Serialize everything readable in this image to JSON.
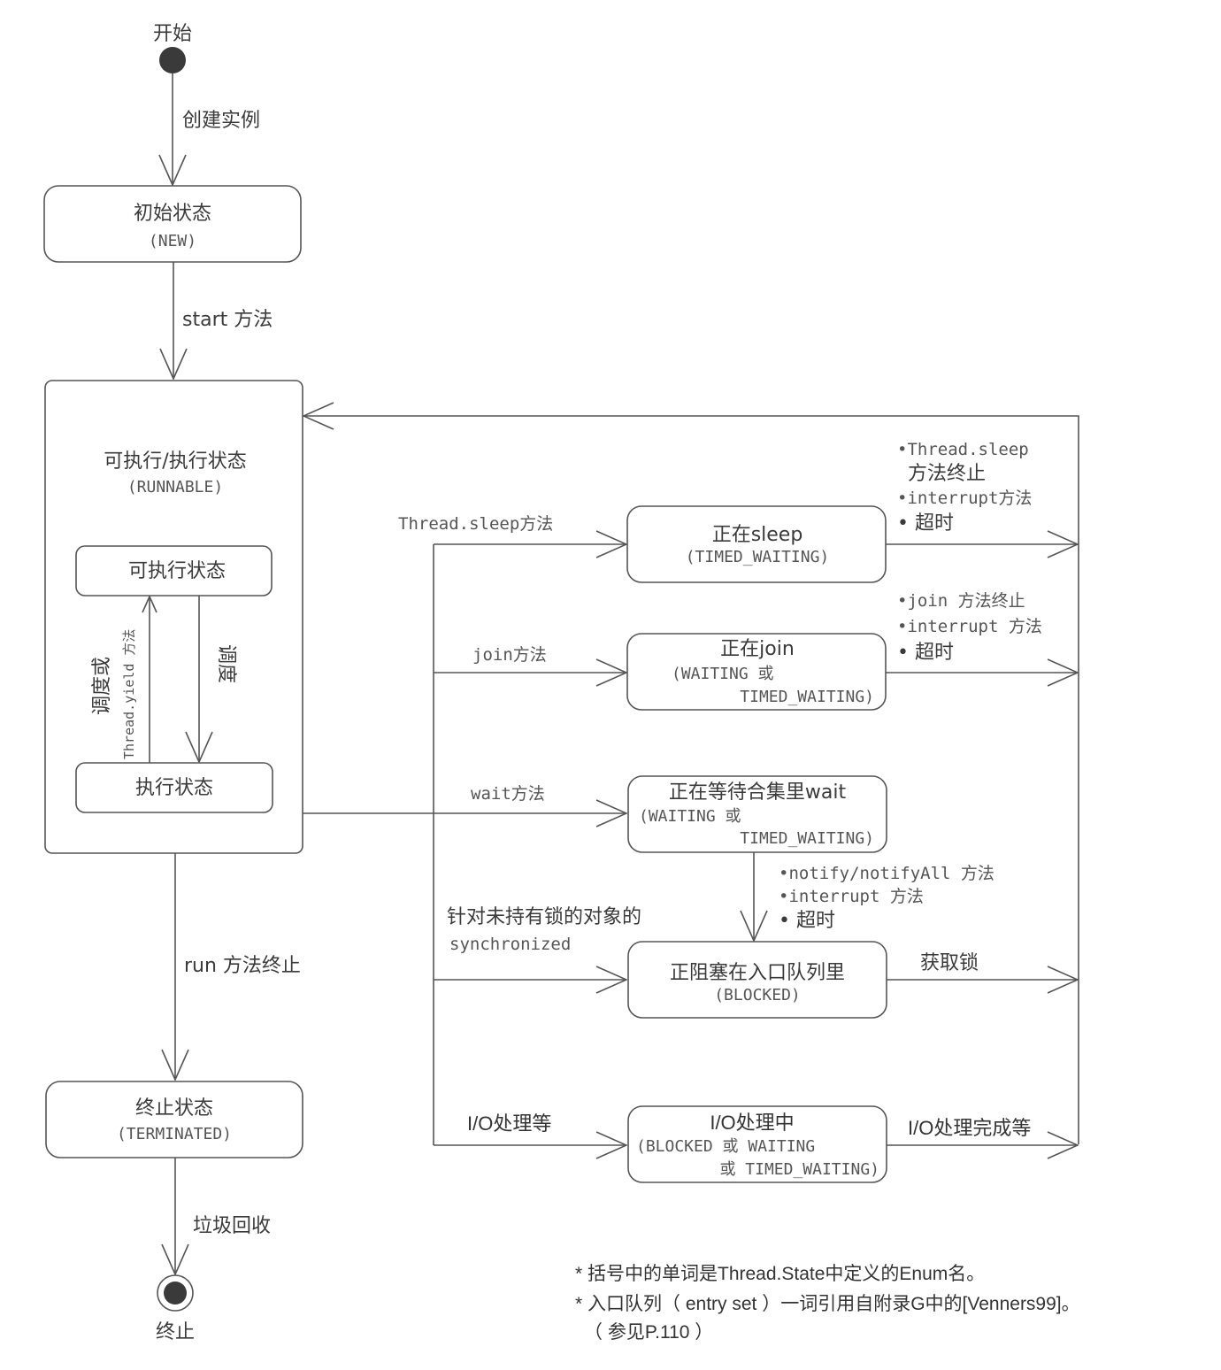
{
  "diagram": {
    "type": "uml-state-diagram",
    "subject": "Java Thread lifecycle",
    "start": {
      "label": "开始"
    },
    "end": {
      "label": "终止"
    },
    "colors": {
      "line": "#555555",
      "text": "#3a3a3a",
      "node_fill": "#3a3a3a"
    },
    "states": {
      "new": {
        "title": "初始状态",
        "enum": "(NEW)"
      },
      "runnable": {
        "title": "可执行/执行状态",
        "enum": "(RUNNABLE)",
        "substates": {
          "ready": {
            "title": "可执行状态"
          },
          "running": {
            "title": "执行状态"
          }
        }
      },
      "terminated": {
        "title": "终止状态",
        "enum": "(TERMINATED)"
      },
      "sleeping": {
        "title": "正在sleep",
        "enum": "(TIMED_WAITING)"
      },
      "joining": {
        "title": "正在join",
        "enum_line1": "(WAITING 或",
        "enum_line2": "TIMED_WAITING)"
      },
      "waiting": {
        "title": "正在等待合集里wait",
        "enum_line1": "(WAITING 或",
        "enum_line2": "TIMED_WAITING)"
      },
      "blocked": {
        "title": "正阻塞在入口队列里",
        "enum": "(BLOCKED)"
      },
      "io": {
        "title": "I/O处理中",
        "enum_line1": "(BLOCKED 或 WAITING",
        "enum_line2": "或 TIMED_WAITING)"
      }
    },
    "transitions": {
      "create": "创建实例",
      "start": "start 方法",
      "schedule": "调度",
      "schedule_or_yield_1": "调度或",
      "schedule_or_yield_2": "Thread.yield 方法",
      "run_end": "run 方法终止",
      "gc": "垃圾回收",
      "sleep": "Thread.sleep方法",
      "join": "join方法",
      "wait": "wait方法",
      "sync_1": "针对未持有锁的对象的",
      "sync_2": "synchronized",
      "io": "I/O处理等",
      "acquire_lock": "获取锁",
      "io_done": "I/O处理完成等",
      "sleep_exit": [
        "•Thread.sleep",
        "方法终止",
        "•interrupt方法",
        "• 超时"
      ],
      "join_exit": [
        "•join 方法终止",
        "•interrupt 方法",
        "• 超时"
      ],
      "wait_exit": [
        "•notify/notifyAll 方法",
        "•interrupt 方法",
        "• 超时"
      ]
    }
  },
  "notes": [
    "* 括号中的单词是Thread.State中定义的Enum名。",
    "* 入口队列（ entry set ）一词引用自附录G中的[Venners99]。",
    "（ 参见P.110 ）"
  ]
}
